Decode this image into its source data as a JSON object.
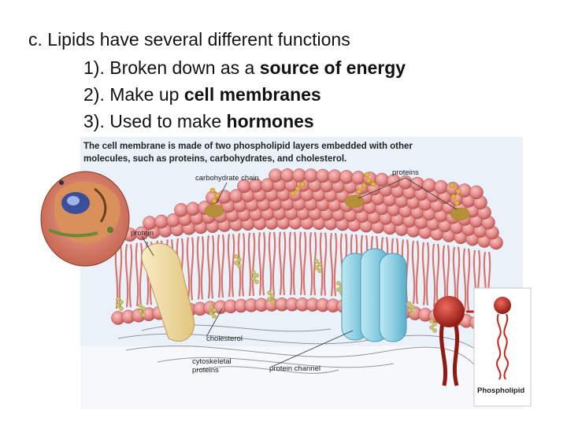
{
  "slide": {
    "line0": "c. Lipids have several different functions",
    "line1_prefix": "1). Broken down as a ",
    "line1_bold": "source of energy",
    "line2_prefix": "2). Make up ",
    "line2_bold": "cell membranes",
    "line3_prefix": "3). Used to make ",
    "line3_bold": "hormones"
  },
  "figure": {
    "caption": "The cell membrane is made of two phospholipid layers embedded with other molecules, such as proteins, carbohydrates, and cholesterol.",
    "labels": {
      "carbohydrate_chain": "carbohydrate chain",
      "proteins": "proteins",
      "protein": "protein",
      "cholesterol": "cholesterol",
      "cytoskeletal_proteins": "cytoskeletal proteins",
      "protein_channel": "protein channel",
      "phospholipid": "Phospholipid"
    },
    "colors": {
      "panel_bg": "#eaf1f9",
      "lipid_head": "#e58a8a",
      "lipid_tail": "#d9746f",
      "protein_tan": "#f1dda0",
      "channel_blue": "#8fd0e4",
      "highlight_red": "#c0281e",
      "cholesterol": "#c9c46a",
      "carb": "#e2b93b"
    }
  }
}
